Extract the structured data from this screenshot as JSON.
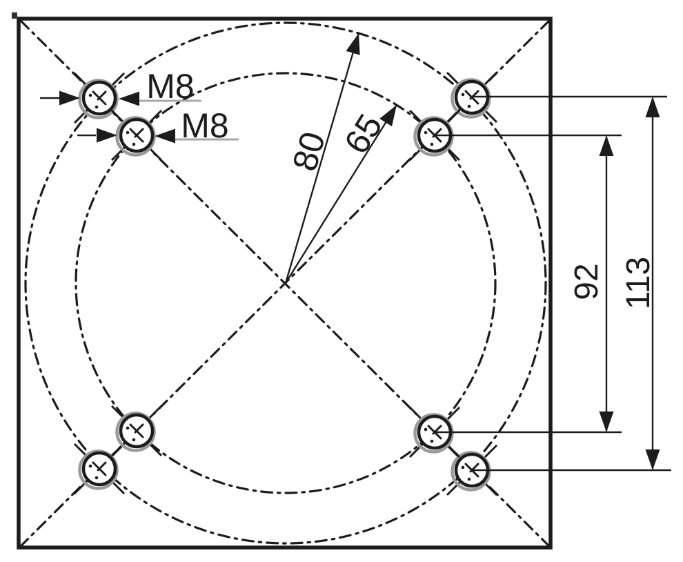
{
  "drawing": {
    "hole_callouts": [
      {
        "label": "M8"
      },
      {
        "label": "M8"
      }
    ],
    "radius_dimensions": [
      {
        "label": "80"
      },
      {
        "label": "65"
      }
    ],
    "linear_dimensions": [
      {
        "label": "92"
      },
      {
        "label": "113"
      }
    ]
  },
  "colors": {
    "ink": "#1c1c1c",
    "leader": "#a8a8a8",
    "ghost": "#9a9a9a",
    "paper": "#ffffff"
  }
}
